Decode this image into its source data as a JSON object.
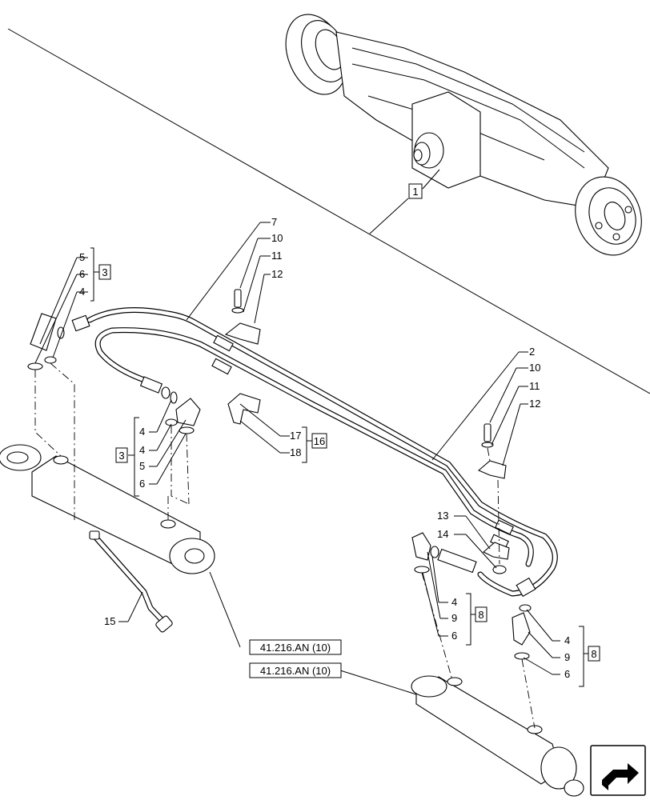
{
  "callouts": {
    "c1": "1",
    "c2": "2",
    "c3a": "3",
    "c3b": "3",
    "c4a": "4",
    "c4b": "4",
    "c4c": "4",
    "c4d": "4",
    "c4e": "4",
    "c5a": "5",
    "c5b": "5",
    "c6a": "6",
    "c6b": "6",
    "c6c": "6",
    "c6d": "6",
    "c7": "7",
    "c8a": "8",
    "c8b": "8",
    "c9a": "9",
    "c9b": "9",
    "c10a": "10",
    "c10b": "10",
    "c11a": "11",
    "c11b": "11",
    "c12a": "12",
    "c12b": "12",
    "c13": "13",
    "c14": "14",
    "c15": "15",
    "c16": "16",
    "c17": "17",
    "c18": "18"
  },
  "references": {
    "ref1": "41.216.AN (10)",
    "ref2": "41.216.AN (10)"
  },
  "icons": {
    "nav": "next-page-arrow-icon"
  }
}
